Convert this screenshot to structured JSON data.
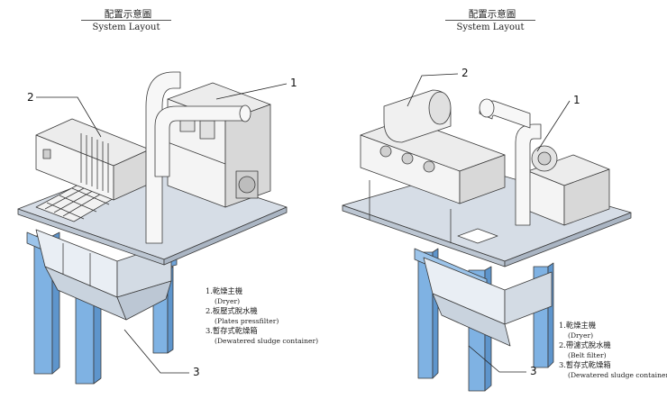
{
  "left": {
    "title_zh": "配置示意圖",
    "title_en": "System Layout",
    "callouts": [
      "1",
      "2",
      "3"
    ],
    "legend": [
      {
        "zh": "1.乾燥主機",
        "en": "(Dryer)"
      },
      {
        "zh": "2.板壓式脫水機",
        "en": "(Plates pressfilter)"
      },
      {
        "zh": "3.暫存式乾燥箱",
        "en": "(Dewatered sludge container)"
      }
    ]
  },
  "right": {
    "title_zh": "配置示意圖",
    "title_en": "System Layout",
    "callouts": [
      "1",
      "2",
      "3"
    ],
    "legend": [
      {
        "zh": "1.乾燥主機",
        "en": "(Dryer)"
      },
      {
        "zh": "2.帶濾式脫水機",
        "en": "(Belt filter)"
      },
      {
        "zh": "3.暫存式乾燥箱",
        "en": "(Dewatered sludge container)"
      }
    ]
  },
  "colors": {
    "platform": "#d6dde6",
    "steel": "#7fb2e3",
    "machine": "#e8e8e8",
    "outline": "#3a3a3a"
  }
}
